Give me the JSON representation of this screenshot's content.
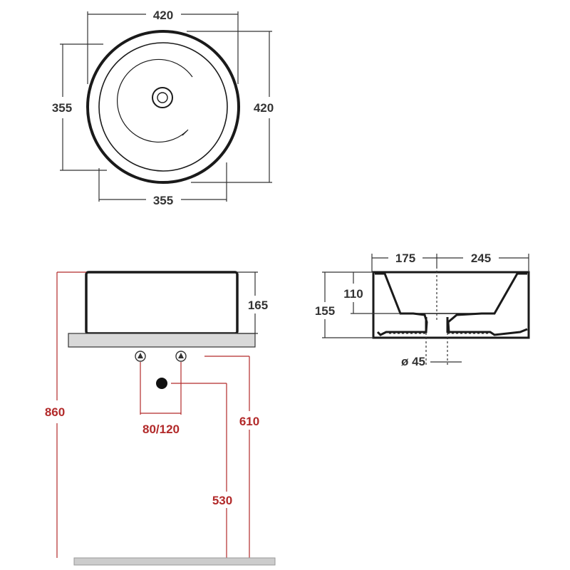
{
  "top_view": {
    "width_top": "420",
    "height_right": "420",
    "width_bottom": "355",
    "height_left": "355"
  },
  "front_view": {
    "basin_height": "165",
    "total_height": "860",
    "tap_spacing": "80/120",
    "tap_height": "610",
    "drain_height": "530"
  },
  "section_view": {
    "left_depth": "175",
    "right_depth": "245",
    "inner_depth": "110",
    "outer_height": "155",
    "drain_diameter": "ø 45"
  },
  "colors": {
    "line": "#333333",
    "outline": "#1a1a1a",
    "red_dimension": "#b22a2a",
    "counter_fill": "#d9d9d9",
    "floor_fill": "#cccccc"
  }
}
